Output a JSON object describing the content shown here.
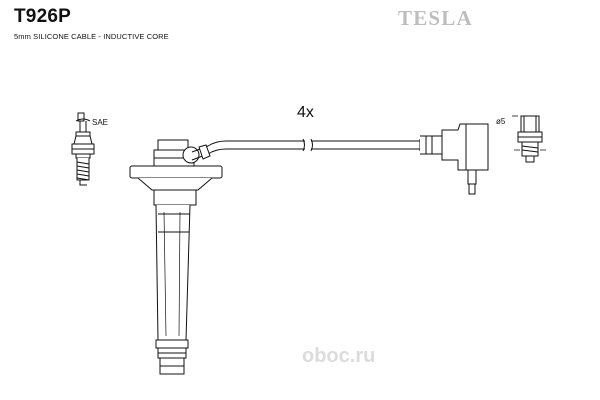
{
  "header": {
    "part_number": "T926P",
    "description": "5mm SILICONE CABLE - INDUCTIVE CORE",
    "brand": "TESLA"
  },
  "diagram": {
    "quantity_label": "4x",
    "spark_plug_label": "SAE",
    "terminal_label": "ø5",
    "watermark": "oboc.ru"
  },
  "colors": {
    "line": "#111111",
    "brand": "#bdbdbd",
    "watermark": "#dcdcdc"
  }
}
